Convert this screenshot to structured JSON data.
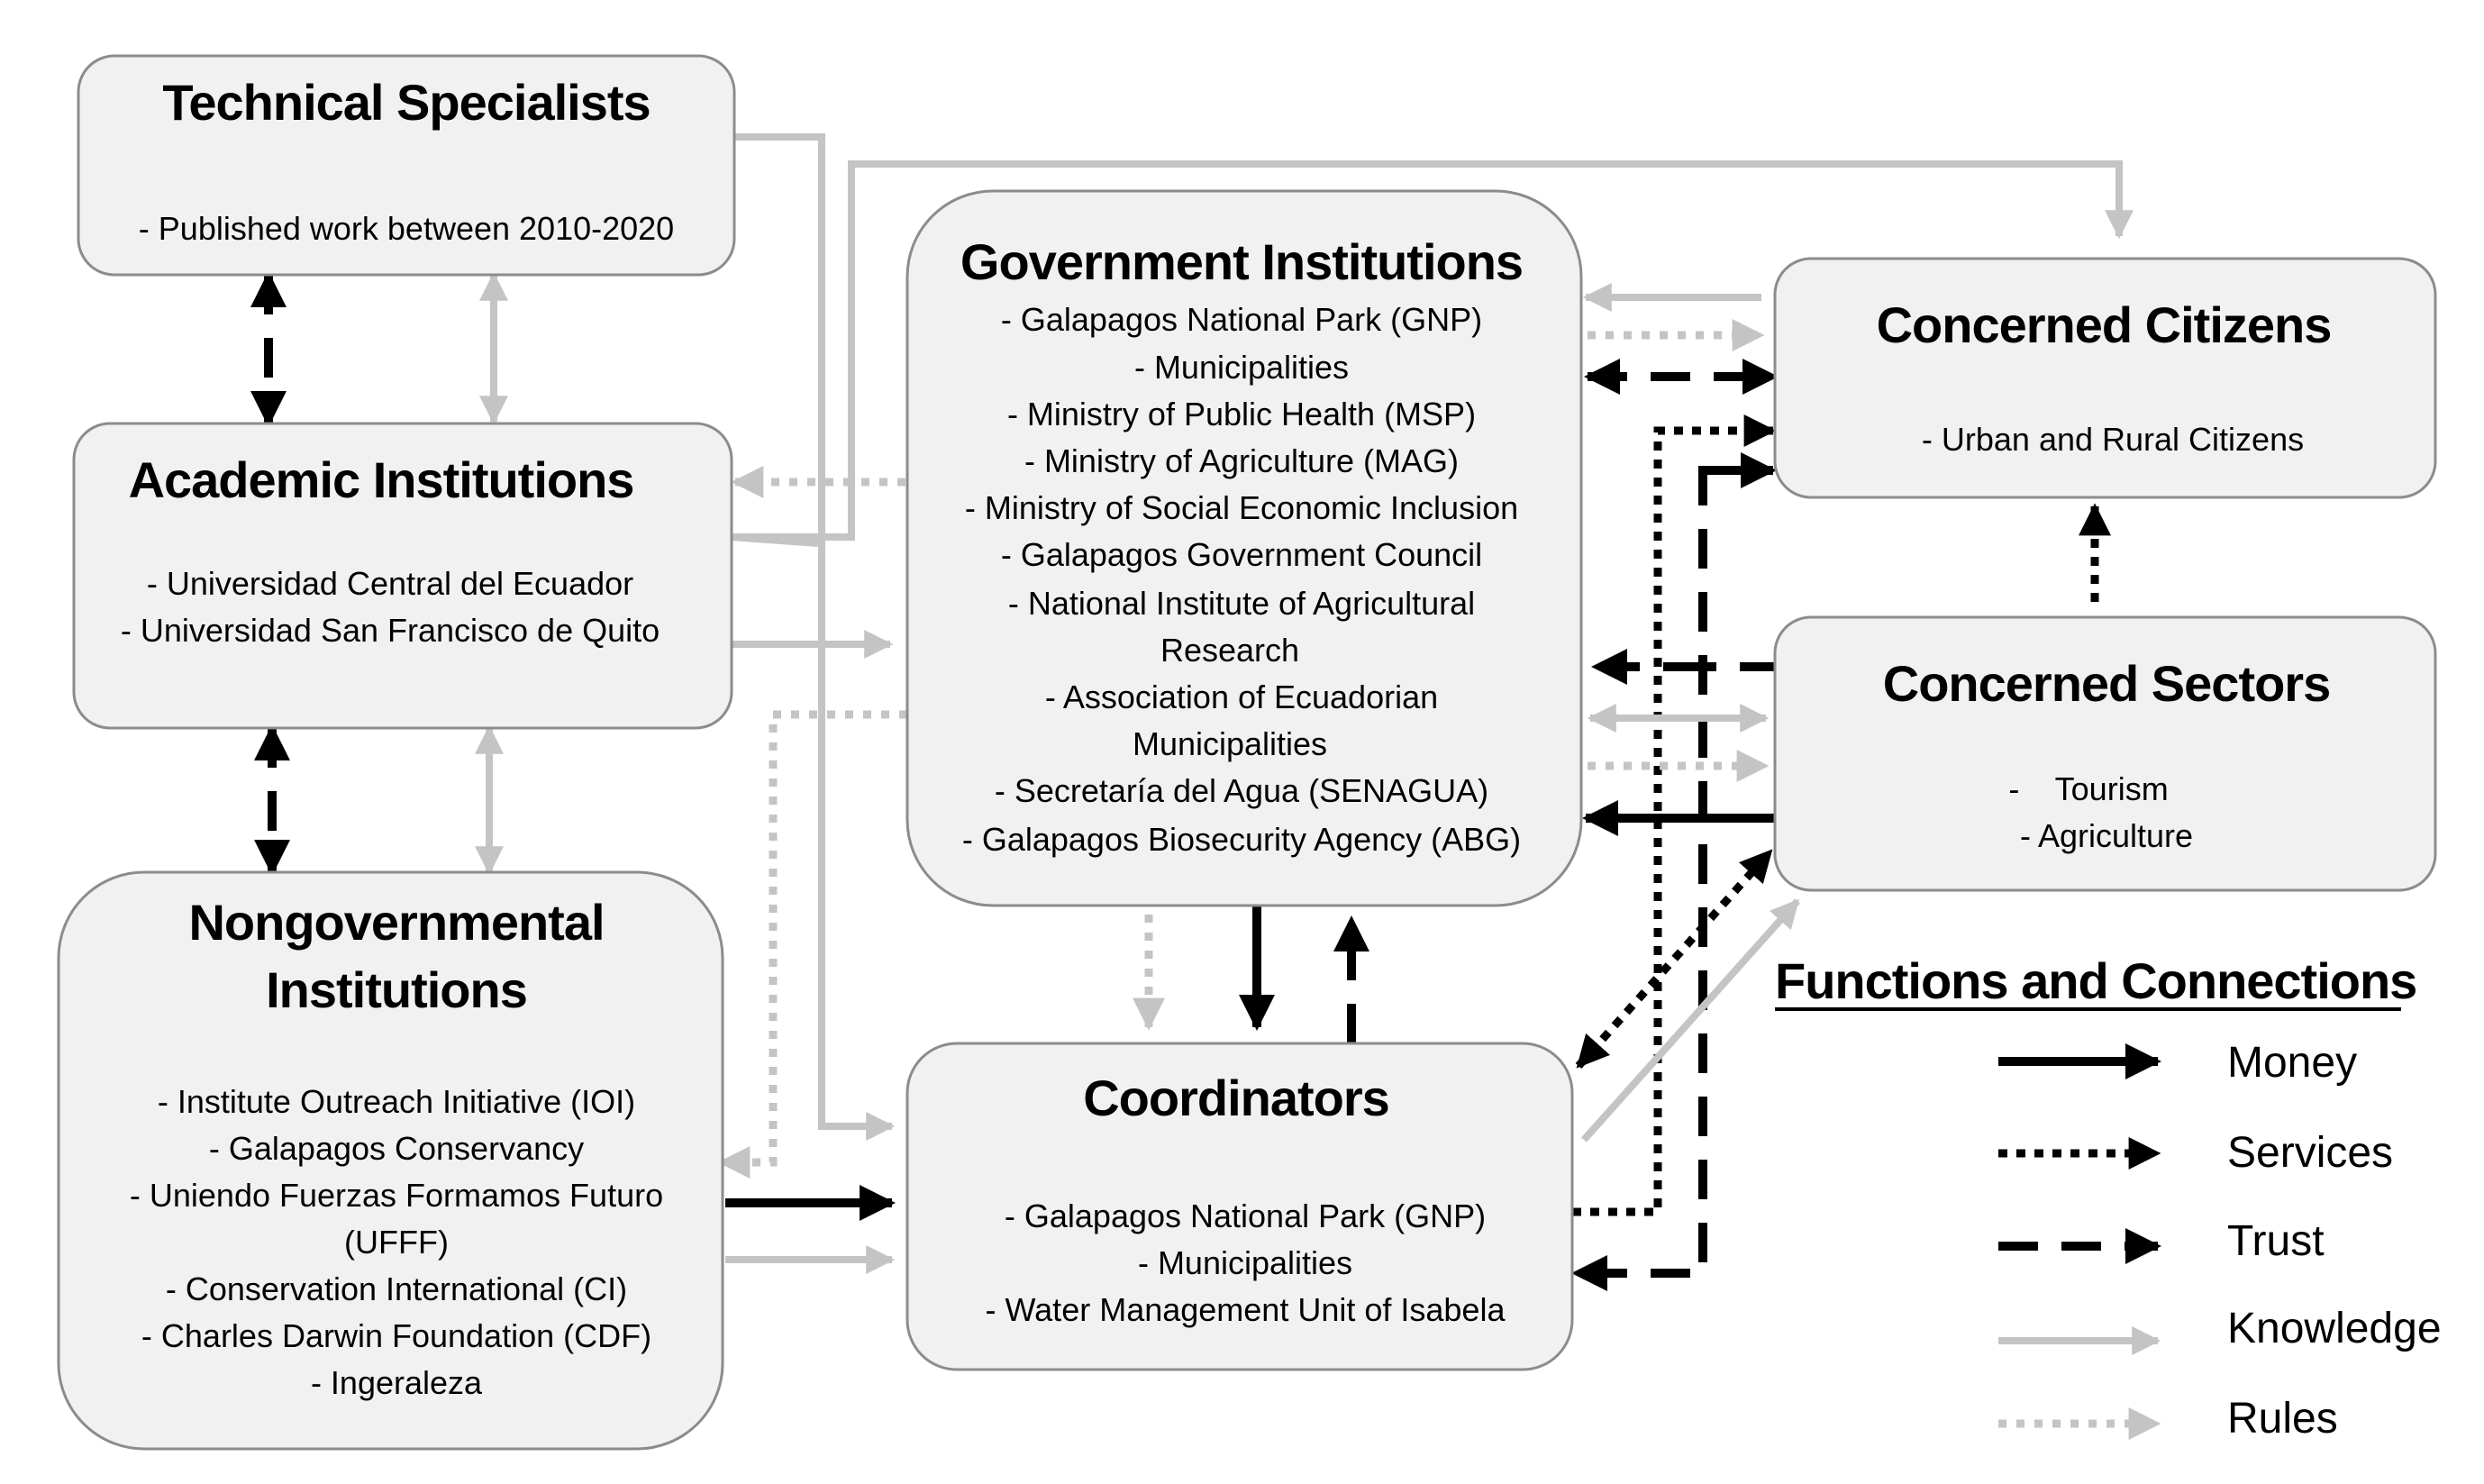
{
  "nodes": {
    "technical_specialists": {
      "title": "Technical Specialists",
      "items": [
        "- Published work between 2010-2020"
      ]
    },
    "academic_institutions": {
      "title": "Academic Institutions",
      "items": [
        "- Universidad Central del Ecuador",
        "- Universidad San Francisco de Quito"
      ]
    },
    "nongovernmental_institutions": {
      "title_lines": [
        "Nongovernmental",
        "Institutions"
      ],
      "items": [
        "- Institute Outreach Initiative (IOI)",
        "- Galapagos Conservancy",
        "- Uniendo Fuerzas Formamos Futuro",
        "(UFFF)",
        "- Conservation International (CI)",
        "- Charles Darwin Foundation (CDF)",
        "- Ingeraleza"
      ]
    },
    "government_institutions": {
      "title": "Government Institutions",
      "items": [
        "- Galapagos National Park (GNP)",
        "- Municipalities",
        "- Ministry of Public Health (MSP)",
        "- Ministry of Agriculture (MAG)",
        "- Ministry of Social Economic Inclusion",
        "- Galapagos  Government Council",
        "- National Institute of Agricultural",
        "Research",
        "- Association of Ecuadorian",
        "Municipalities",
        "- Secretaría del Agua (SENAGUA)",
        "- Galapagos Biosecurity Agency (ABG)"
      ]
    },
    "coordinators": {
      "title": "Coordinators",
      "items": [
        "- Galapagos National Park (GNP)",
        "- Municipalities",
        "- Water Management Unit of Isabela"
      ]
    },
    "concerned_citizens": {
      "title": "Concerned Citizens",
      "items": [
        "- Urban and Rural Citizens"
      ]
    },
    "concerned_sectors": {
      "title": "Concerned Sectors",
      "items": [
        "-    Tourism",
        "- Agriculture"
      ]
    }
  },
  "legend": {
    "title": "Functions and Connections",
    "entries": [
      {
        "key": "money",
        "label": "Money",
        "color": "#000000",
        "style": "solid"
      },
      {
        "key": "services",
        "label": "Services",
        "color": "#000000",
        "style": "dotted"
      },
      {
        "key": "trust",
        "label": "Trust",
        "color": "#000000",
        "style": "dashed"
      },
      {
        "key": "knowledge",
        "label": "Knowledge",
        "color": "#c4c4c4",
        "style": "solid"
      },
      {
        "key": "rules",
        "label": "Rules",
        "color": "#c4c4c4",
        "style": "dotted"
      }
    ]
  },
  "colors": {
    "box_fill": "#f1f1f1",
    "box_stroke": "#8c8c8c",
    "dark": "#000000",
    "light": "#c4c4c4"
  }
}
